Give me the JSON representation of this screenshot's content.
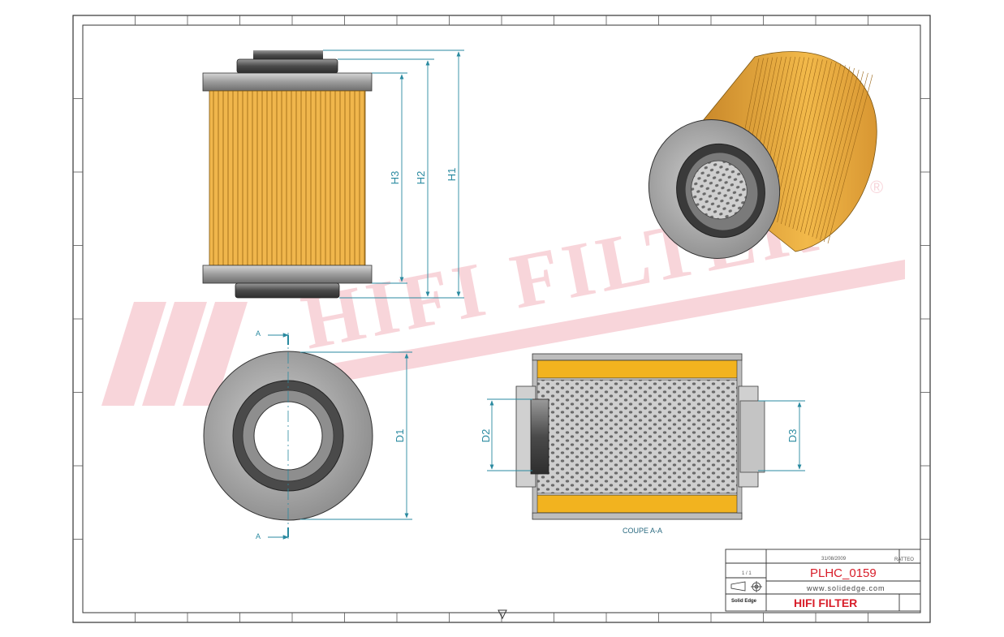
{
  "dimensions": {
    "H1": "H1",
    "H2": "H2",
    "H3": "H3",
    "D1": "D1",
    "D2": "D2",
    "D3": "D3"
  },
  "section": {
    "marker": "A",
    "caption": "COUPE A-A"
  },
  "watermark": {
    "text": "HIFI FILTER",
    "registered": "®"
  },
  "title_block": {
    "date": "31/08/2009",
    "author": "RATTEO",
    "scale": "1 / 1",
    "part_number": "PLHC_0159",
    "website": "www.solidedge.com",
    "brand": "HIFI FILTER",
    "software": "Solid Edge"
  },
  "colors": {
    "frame": "#333333",
    "dimension": "#2a8aa0",
    "media": "#e8a93a",
    "steel": "#9a9a9a",
    "seal": "#555555",
    "watermark": "#f3b3bd",
    "brand": "#d81e2a"
  }
}
